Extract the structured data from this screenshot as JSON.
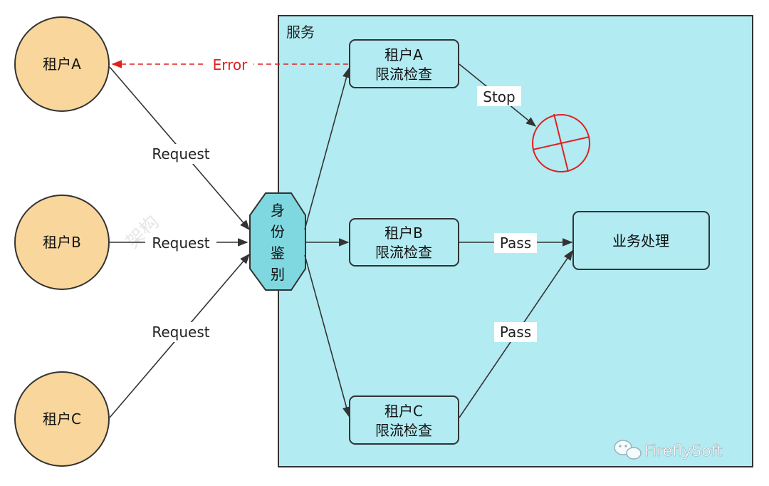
{
  "service": {
    "title": "服务"
  },
  "tenants": [
    {
      "label": "租户A"
    },
    {
      "label": "租户B"
    },
    {
      "label": "租户C"
    }
  ],
  "edges": {
    "request_a": "Request",
    "request_b": "Request",
    "request_c": "Request",
    "error": "Error",
    "stop": "Stop",
    "pass_b": "Pass",
    "pass_c": "Pass"
  },
  "auth": {
    "lines": [
      "身",
      "份",
      "鉴",
      "别"
    ]
  },
  "checks": [
    {
      "line1": "租户A",
      "line2": "限流检查"
    },
    {
      "line1": "租户B",
      "line2": "限流检查"
    },
    {
      "line1": "租户C",
      "line2": "限流检查"
    }
  ],
  "business": {
    "label": "业务处理"
  },
  "watermark": {
    "brand": "FireflySoft",
    "faint": "架构"
  },
  "colors": {
    "tenant_fill": "#F9D69B",
    "service_fill": "#B2EBF2",
    "auth_fill": "#7FD8E0",
    "error": "#E02020",
    "stroke": "#333333"
  }
}
